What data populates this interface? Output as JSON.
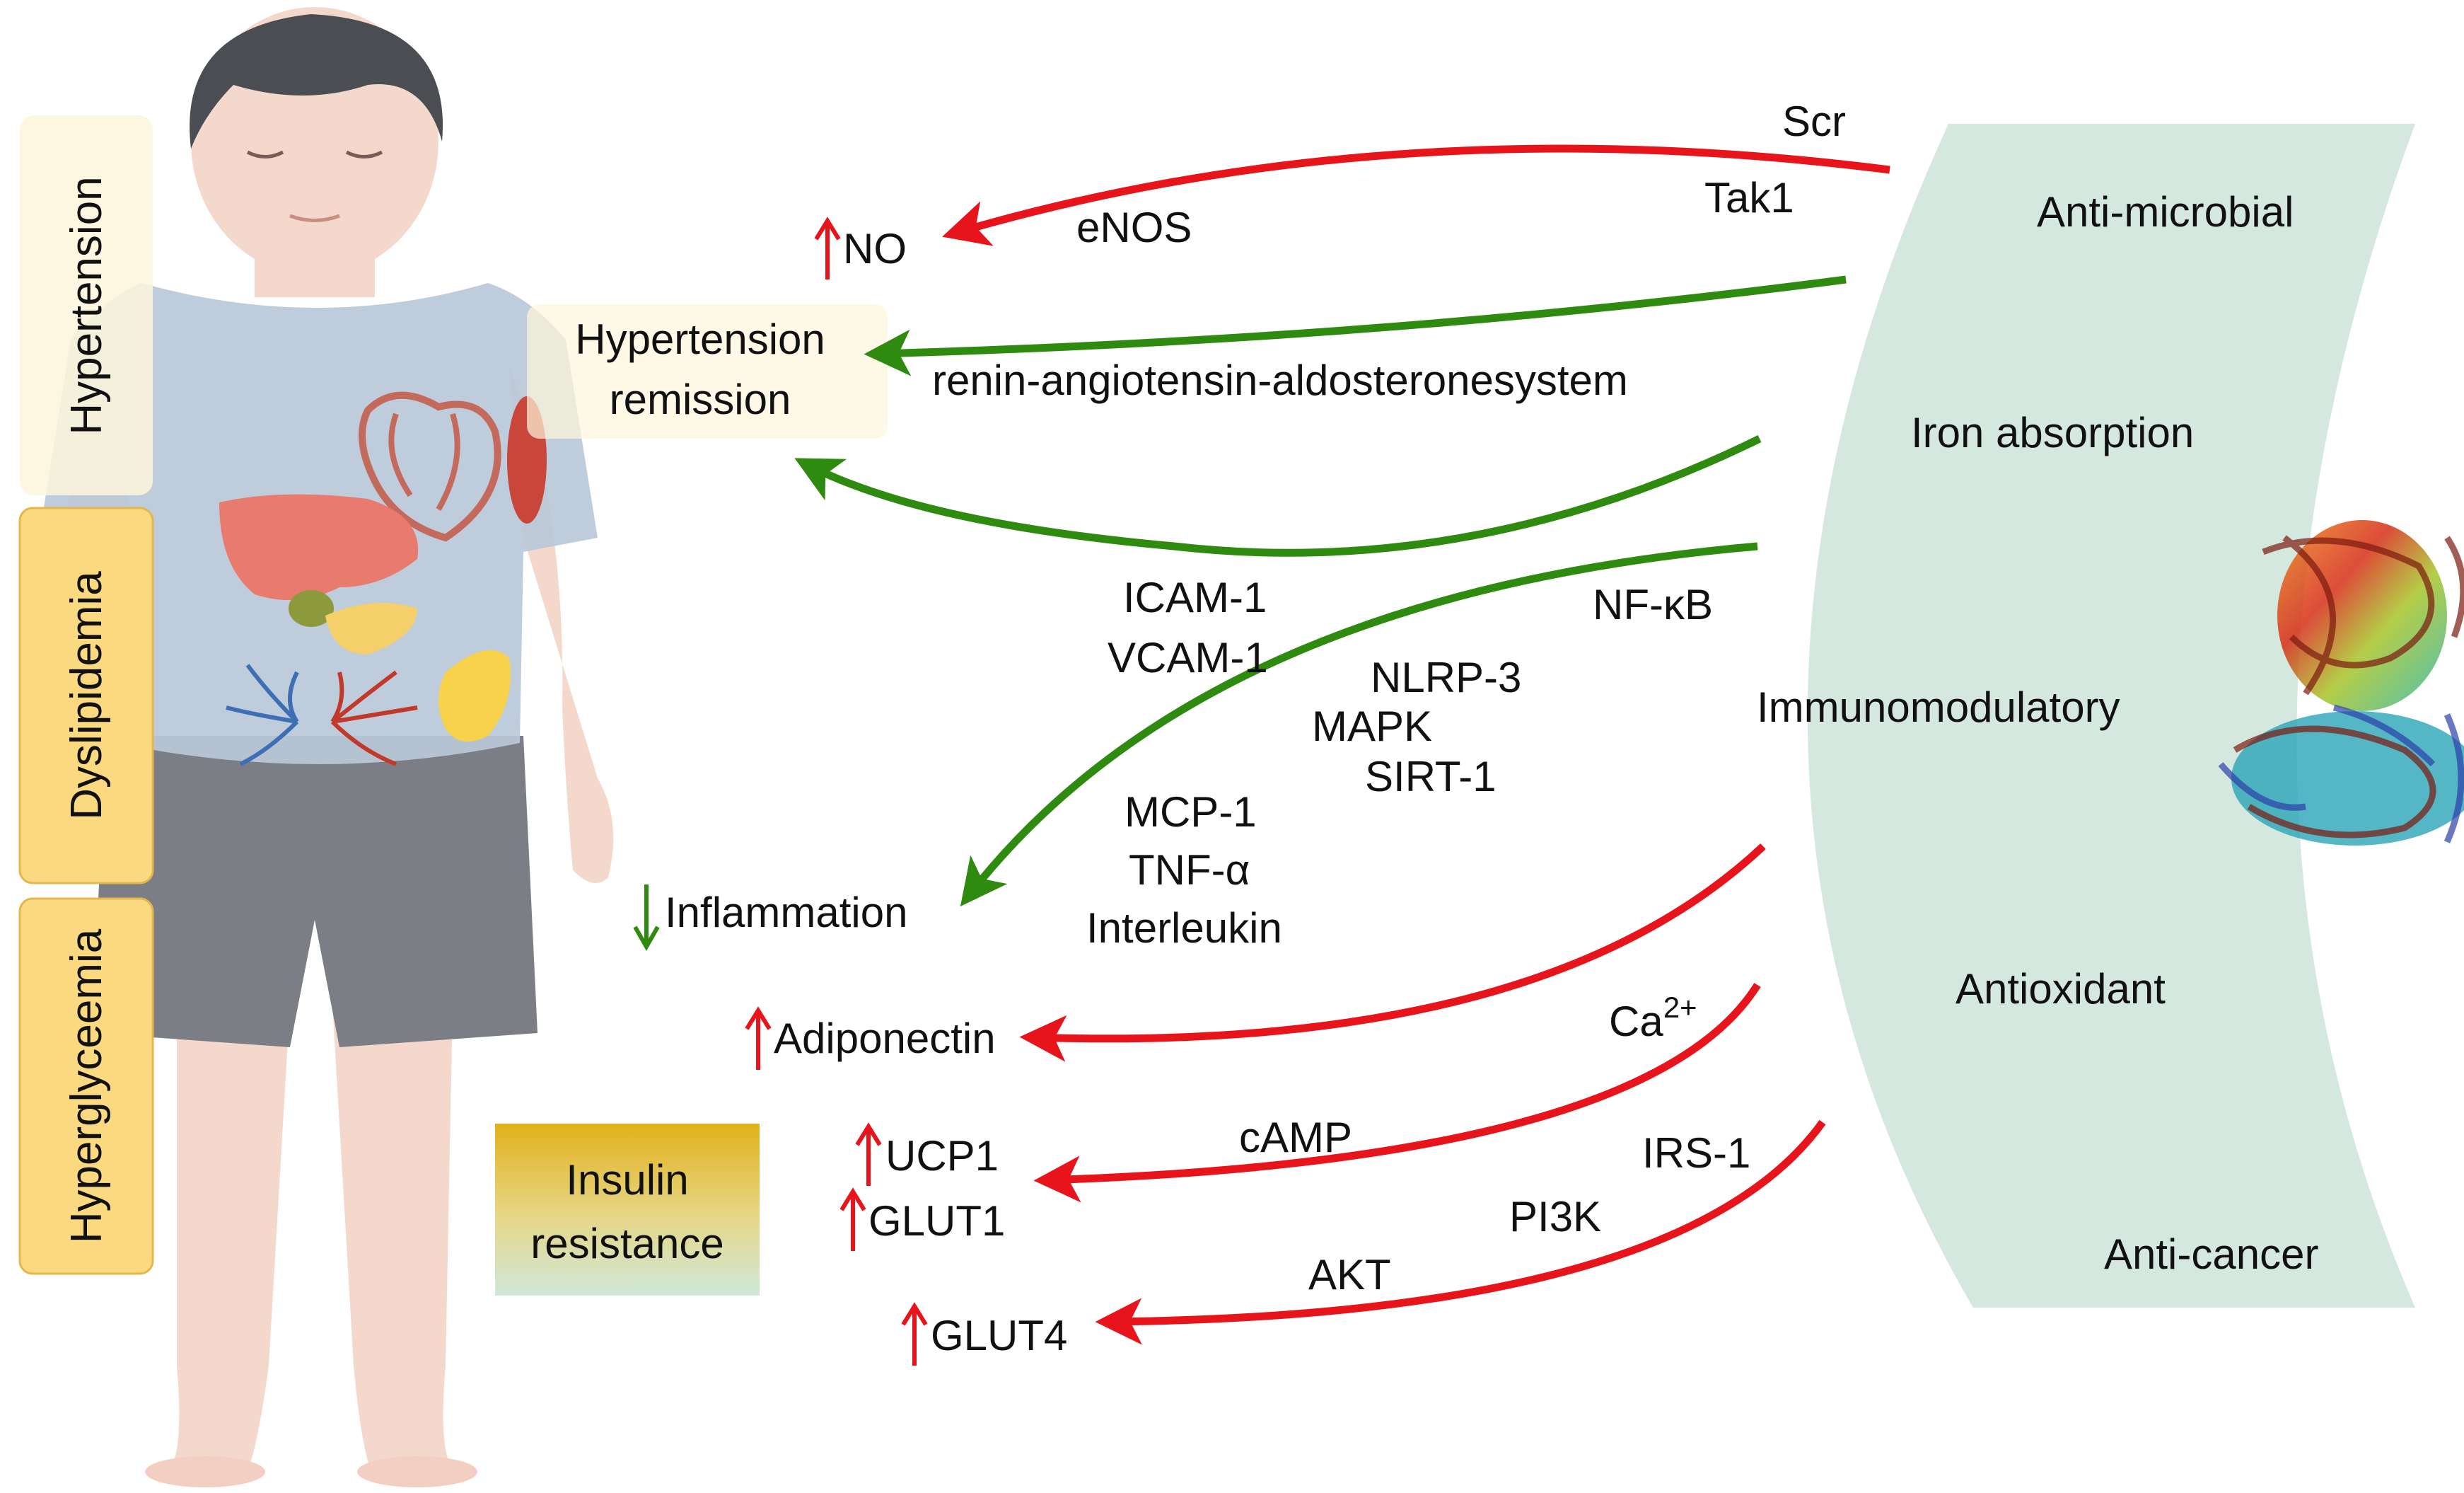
{
  "side_labels": {
    "hypertension": "Hypertension",
    "dyslipidemia": "Dyslipidemia",
    "hyperglycemia": "Hyperglyceemia"
  },
  "left_box": {
    "line1": "Insulin",
    "line2": "resistance"
  },
  "outcomes": {
    "no": "NO",
    "hypertension_remission_line1": "Hypertension",
    "hypertension_remission_line2": "remission",
    "inflammation": "Inflammation",
    "adiponectin": "Adiponectin",
    "ucp1": "UCP1",
    "glut1": "GLUT1",
    "glut4": "GLUT4"
  },
  "mediators": {
    "scr": "Scr",
    "tak1": "Tak1",
    "enos": "eNOS",
    "raas": "renin-angiotensin-aldosteronesystem",
    "icam1": "ICAM-1",
    "vcam1": "VCAM-1",
    "nfkb": "NF-κB",
    "nlrp3": "NLRP-3",
    "mapk": "MAPK",
    "sirt1": "SIRT-1",
    "mcp1": "MCP-1",
    "tnfa": "TNF-α",
    "interleukin": "Interleukin",
    "ca_base": "Ca",
    "ca_sup": "2+",
    "camp": "cAMP",
    "irs1": "IRS-1",
    "pi3k": "PI3K",
    "akt": "AKT"
  },
  "properties": {
    "antimicrobial": "Anti-microbial",
    "iron": "Iron absorption",
    "immuno": "Immunomodulatory",
    "antioxidant": "Antioxidant",
    "anticancer": "Anti-cancer"
  },
  "colors": {
    "red_arrow": "#e8141b",
    "green_arrow": "#2e8b0f",
    "crescent": "#d5e8df",
    "yellow_box": "#fbd980",
    "pale_box": "#fdf6dc"
  }
}
